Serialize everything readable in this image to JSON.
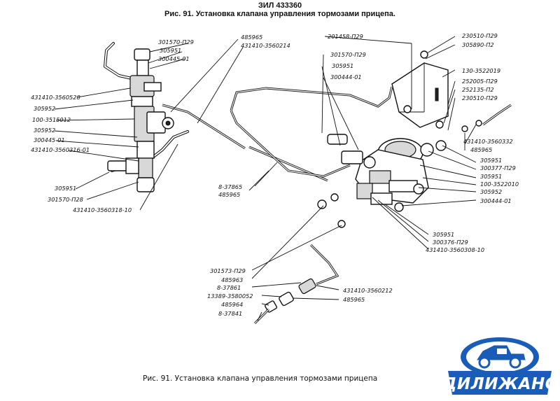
{
  "header": {
    "model": "ЗИЛ 433360",
    "title": "Рис. 91. Установка клапана управления тормозами прицепа."
  },
  "caption": "Рис. 91. Установка клапана управления тормозами прицепа",
  "logo": {
    "text": "ДИЛИЖАНС",
    "colors": {
      "primary": "#1a5db8",
      "text": "#ffffff",
      "badge_bg": "#ffffff"
    }
  },
  "parts": {
    "left": [
      "301570-П29",
      "305951",
      "300445-01",
      "485965",
      "431410-3560214",
      "431410-3560528",
      "305952",
      "100-3515012",
      "305952",
      "300445-01",
      "431410-3560316-01",
      "305951",
      "301570-П28",
      "431410-3560318-10"
    ],
    "middle": [
      "201458-П29",
      "301570-П29",
      "305951",
      "300444-01",
      "8-37865",
      "485965"
    ],
    "right": [
      "230510-П29",
      "305890-П2",
      "130-3522019",
      "252005-П29",
      "252135-П2",
      "230510-П29",
      "431410-3560332",
      "485965",
      "305951",
      "300377-П29",
      "305951",
      "100-3522010",
      "305952",
      "300444-01",
      "305951",
      "300376-П29",
      "431410-3560308-10"
    ],
    "bottom": [
      "301573-П29",
      "485963",
      "8-37861",
      "13389-3580052",
      "485964",
      "8-37841",
      "431410-3560212",
      "485965"
    ]
  }
}
